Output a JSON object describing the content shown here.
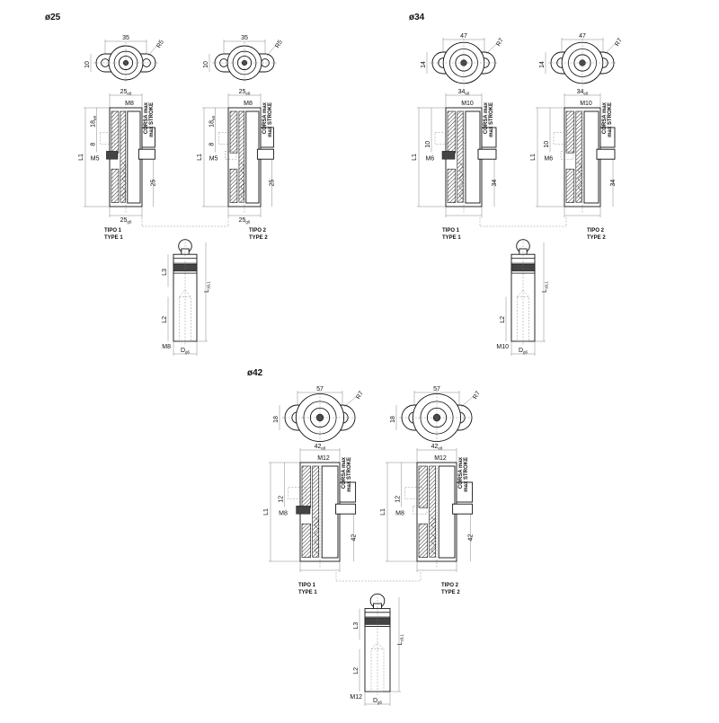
{
  "sizes": [
    {
      "id": "d25",
      "title": "ø25",
      "flange_width": "35",
      "flange_height": "10",
      "flange_radius": "R5",
      "body_width": "25",
      "body_width_sub": "e8",
      "top_thread": "M8",
      "dim_a": "18",
      "dim_a_sub": "e8",
      "dim_b": "8",
      "side_thread": "M5",
      "bottom_height": "25",
      "bottom_width": "25",
      "bottom_width_sub": "g6",
      "length_label": "L1",
      "stroke_it": "CORSA max",
      "stroke_en": "max STROKE",
      "type1_it": "TIPO 1",
      "type1_en": "TYPE 1",
      "type2_it": "TIPO 2",
      "type2_en": "TYPE 2",
      "pin_len": "L",
      "pin_len_sub": "±0,1",
      "pin_l3": "L3",
      "pin_l2": "L2",
      "pin_thread": "M8",
      "pin_dia": "D",
      "pin_dia_sub": "g6"
    },
    {
      "id": "d34",
      "title": "ø34",
      "flange_width": "47",
      "flange_height": "14",
      "flange_radius": "R7",
      "body_width": "34",
      "body_width_sub": "e8",
      "top_thread": "M10",
      "dim_a": "",
      "dim_a_sub": "",
      "dim_b": "10",
      "side_thread": "M6",
      "bottom_height": "34",
      "bottom_width": "",
      "bottom_width_sub": "",
      "length_label": "L1",
      "stroke_it": "CORSA max",
      "stroke_en": "max STROKE",
      "type1_it": "TIPO 1",
      "type1_en": "TYPE 1",
      "type2_it": "TIPO 2",
      "type2_en": "TYPE 2",
      "pin_len": "L",
      "pin_len_sub": "±0,1",
      "pin_l3": "",
      "pin_l2": "L2",
      "pin_thread": "M10",
      "pin_dia": "D",
      "pin_dia_sub": "g6"
    },
    {
      "id": "d42",
      "title": "ø42",
      "flange_width": "57",
      "flange_height": "18",
      "flange_radius": "R7",
      "body_width": "42",
      "body_width_sub": "e8",
      "top_thread": "M12",
      "dim_a": "",
      "dim_a_sub": "",
      "dim_b": "12",
      "side_thread": "M8",
      "bottom_height": "42",
      "bottom_width": "",
      "bottom_width_sub": "",
      "length_label": "L1",
      "stroke_it": "CORSA max",
      "stroke_en": "max STROKE",
      "type1_it": "TIPO 1",
      "type1_en": "TYPE 1",
      "type2_it": "TIPO 2",
      "type2_en": "TYPE 2",
      "pin_len": "L",
      "pin_len_sub": "±0,1",
      "pin_l3": "L3",
      "pin_l2": "L2",
      "pin_thread": "M12",
      "pin_dia": "D",
      "pin_dia_sub": "g6"
    }
  ]
}
